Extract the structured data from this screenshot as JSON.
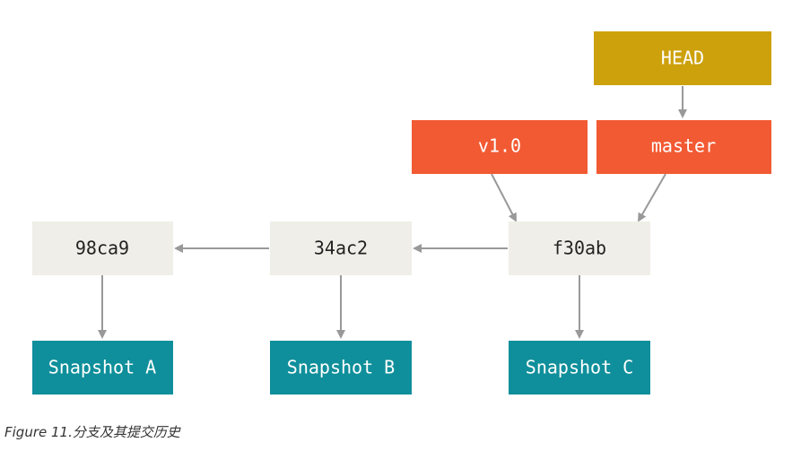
{
  "colors": {
    "commit_fill": "#efeee8",
    "commit_text": "#222222",
    "snapshot_fill": "#0f8f9b",
    "snapshot_text": "#ffffff",
    "branch_fill": "#f25a33",
    "branch_text": "#ffffff",
    "head_fill": "#cda10c",
    "head_text": "#ffffff",
    "arrow": "#999999"
  },
  "diagram": {
    "head": {
      "label": "HEAD"
    },
    "refs": [
      {
        "label": "v1.0"
      },
      {
        "label": "master"
      }
    ],
    "commits": [
      {
        "label": "98ca9"
      },
      {
        "label": "34ac2"
      },
      {
        "label": "f30ab"
      }
    ],
    "snapshots": [
      {
        "label": "Snapshot A"
      },
      {
        "label": "Snapshot B"
      },
      {
        "label": "Snapshot C"
      }
    ]
  },
  "caption": {
    "figure": "Figure 11.",
    "text": "分支及其提交历史"
  }
}
